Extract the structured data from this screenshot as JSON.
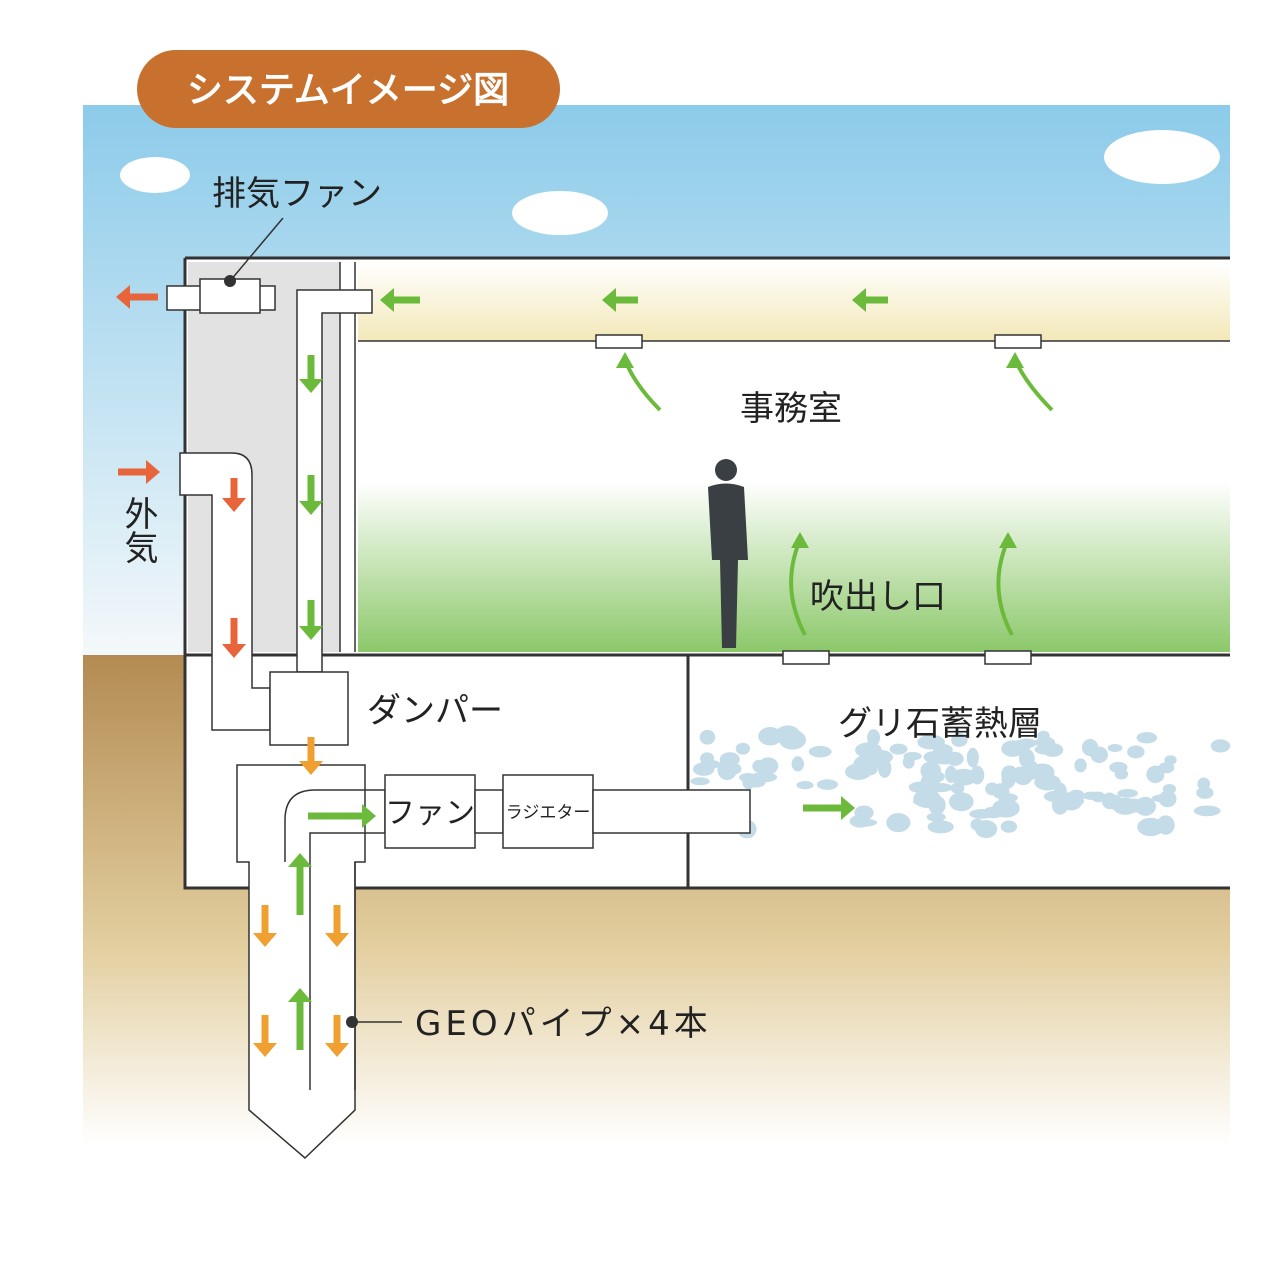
{
  "title": "システムイメージ図",
  "labels": {
    "exhaust_fan": "排気ファン",
    "outside_air": "外気",
    "office": "事務室",
    "outlet": "吹出し口",
    "damper": "ダンパー",
    "stone_layer": "グリ石蓄熱層",
    "fan": "ファン",
    "radiator": "ラジエター",
    "geo_pipe": "GEOパイプ×4本"
  },
  "colors": {
    "title_bg": "#c8702e",
    "warm_arrow": "#e8643a",
    "cool_arrow": "#6cba3c",
    "ground_arrow": "#f0a030"
  }
}
